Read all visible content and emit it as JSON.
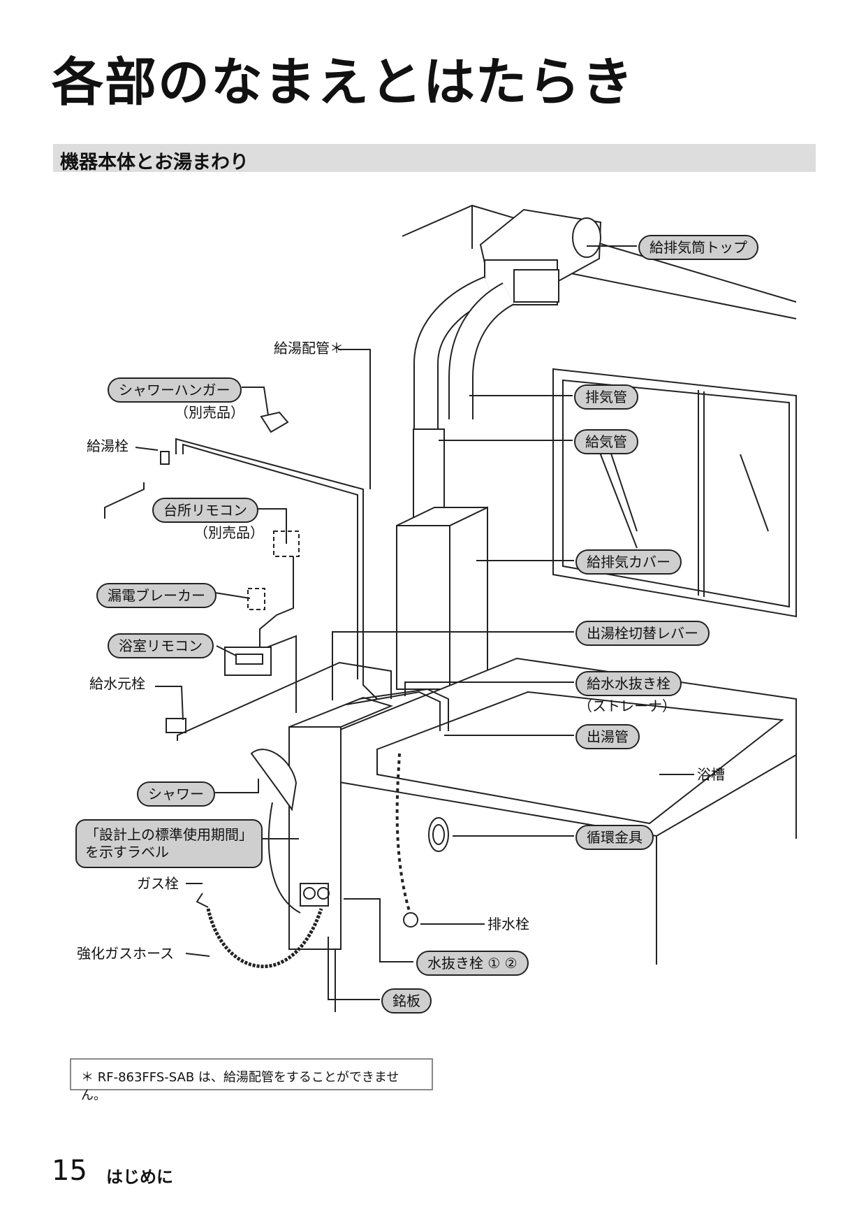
{
  "page": {
    "title": "各部のなまえとはたらき",
    "section": "機器本体とお湯まわり",
    "page_number": "15",
    "section_footer": "はじめに",
    "note": "＊ RF-863FFS-SAB は、給湯配管をすることができません。"
  },
  "labels": {
    "exhaust_top": "給排気筒トップ",
    "hot_water_piping": "給湯配管＊",
    "shower_hanger": "シャワーハンガー",
    "sold_separately_1": "（別売品）",
    "hot_water_faucet": "給湯栓",
    "kitchen_remote": "台所リモコン",
    "sold_separately_2": "（別売品）",
    "leakage_breaker": "漏電ブレーカー",
    "bathroom_remote": "浴室リモコン",
    "water_supply_valve": "給水元栓",
    "shower": "シャワー",
    "standard_period_label_line1": "「設計上の標準使用期間」",
    "standard_period_label_line2": "を示すラベル",
    "gas_valve": "ガス栓",
    "gas_hose": "強化ガスホース",
    "exhaust_pipe": "排気管",
    "intake_pipe": "給気管",
    "exhaust_cover": "給排気カバー",
    "outlet_switch_lever": "出湯栓切替レバー",
    "water_drain_plug": "給水水抜き栓",
    "strainer": "（ストレーナ）",
    "outlet_pipe": "出湯管",
    "bathtub": "浴槽",
    "circulation_fitting": "循環金具",
    "drain_plug": "排水栓",
    "drain_valves": "水抜き栓 ① ②",
    "nameplate": "銘板"
  }
}
